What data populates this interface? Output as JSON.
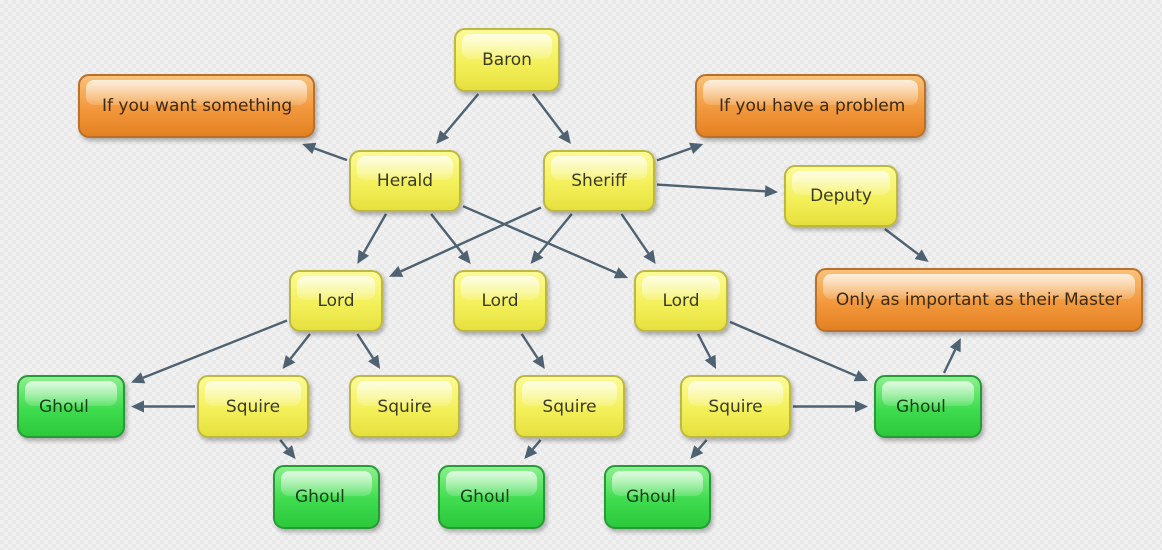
{
  "nodes": {
    "baron": "Baron",
    "herald": "Herald",
    "sheriff": "Sheriff",
    "deputy": "Deputy",
    "if_want": "If you want something",
    "if_problem": "If you have a problem",
    "master": "Only as important as their Master",
    "lord_1": "Lord",
    "lord_2": "Lord",
    "lord_3": "Lord",
    "squire_1": "Squire",
    "squire_2": "Squire",
    "squire_3": "Squire",
    "squire_4": "Squire",
    "ghoul_1": "Ghoul",
    "ghoul_2": "Ghoul",
    "ghoul_3": "Ghoul",
    "ghoul_4": "Ghoul",
    "ghoul_5": "Ghoul"
  },
  "colors": {
    "title_node": "#f4f05a",
    "note_node": "#f2983c",
    "ghoul_node": "#3fdc4f",
    "arrow": "#4f6271"
  },
  "edges": [
    [
      "baron",
      "herald"
    ],
    [
      "baron",
      "sheriff"
    ],
    [
      "herald",
      "if_want"
    ],
    [
      "sheriff",
      "if_problem"
    ],
    [
      "sheriff",
      "deputy"
    ],
    [
      "deputy",
      "master"
    ],
    [
      "herald",
      "lord_1"
    ],
    [
      "herald",
      "lord_2"
    ],
    [
      "herald",
      "lord_3"
    ],
    [
      "sheriff",
      "lord_1"
    ],
    [
      "sheriff",
      "lord_2"
    ],
    [
      "sheriff",
      "lord_3"
    ],
    [
      "lord_1",
      "ghoul_1"
    ],
    [
      "lord_1",
      "squire_1"
    ],
    [
      "lord_1",
      "squire_2"
    ],
    [
      "lord_2",
      "squire_3"
    ],
    [
      "lord_3",
      "squire_4"
    ],
    [
      "lord_3",
      "ghoul_2"
    ],
    [
      "squire_1",
      "ghoul_1"
    ],
    [
      "squire_1",
      "ghoul_3"
    ],
    [
      "squire_3",
      "ghoul_4"
    ],
    [
      "squire_4",
      "ghoul_5"
    ],
    [
      "squire_4",
      "ghoul_2"
    ],
    [
      "ghoul_2",
      "master"
    ]
  ]
}
